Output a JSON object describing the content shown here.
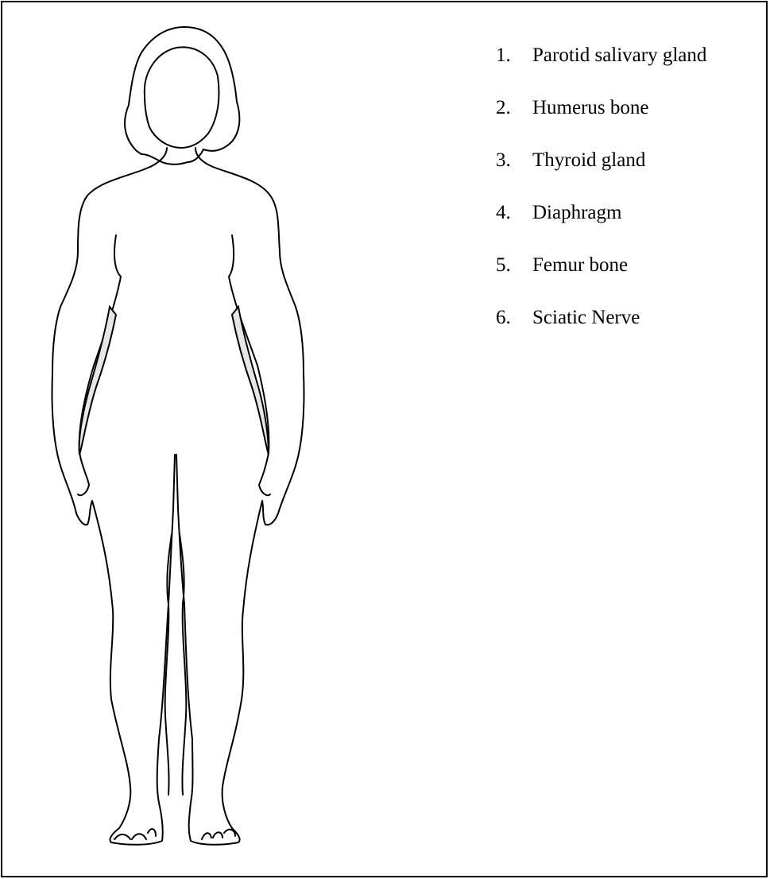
{
  "diagram": {
    "outline_color": "#000000",
    "highlight_fill": "#e6e6e6",
    "figure": "female-body-outline"
  },
  "labels": [
    {
      "number": "1.",
      "text": "Parotid salivary gland"
    },
    {
      "number": "2.",
      "text": "Humerus bone"
    },
    {
      "number": "3.",
      "text": "Thyroid gland"
    },
    {
      "number": "4.",
      "text": "Diaphragm"
    },
    {
      "number": "5.",
      "text": "Femur bone"
    },
    {
      "number": "6.",
      "text": "Sciatic Nerve"
    }
  ]
}
